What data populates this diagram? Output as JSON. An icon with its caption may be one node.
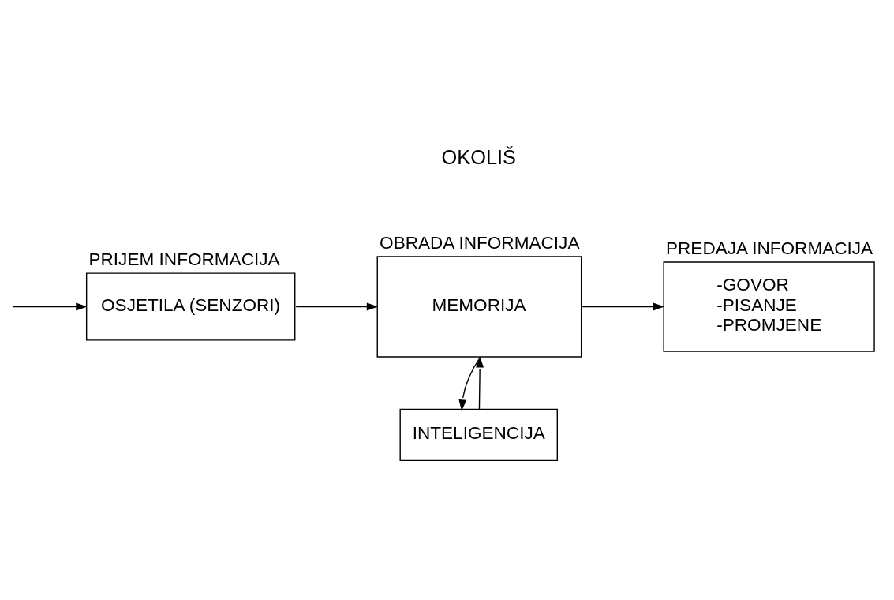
{
  "diagram": {
    "nodes": [
      {
        "text": [
          "PRIJEM INFORMACIJA",
          "OSJETILA (SENZORI)"
        ]
      },
      {
        "text": [
          "OBRADA INFORMACIJA",
          "MEMORIJA"
        ]
      },
      {
        "text": [
          "PREDAJA INFORMACIJA",
          "-GOVOR -PISANJE -PROMJENE"
        ]
      },
      {
        "text": [
          "INTELIGENCIJA"
        ]
      }
    ],
    "edges": [
      {
        "from": null,
        "to": 0,
        "arrow": "to"
      },
      {
        "from": 0,
        "to": 1,
        "arrow": "to"
      },
      {
        "from": 1,
        "to": 2,
        "arrow": "to"
      },
      {
        "from": 1,
        "to": 3,
        "arrow": "to"
      },
      {
        "from": 3,
        "to": 1,
        "arrow": "to"
      }
    ],
    "labels": [
      "OKOLIŠ"
    ]
  }
}
